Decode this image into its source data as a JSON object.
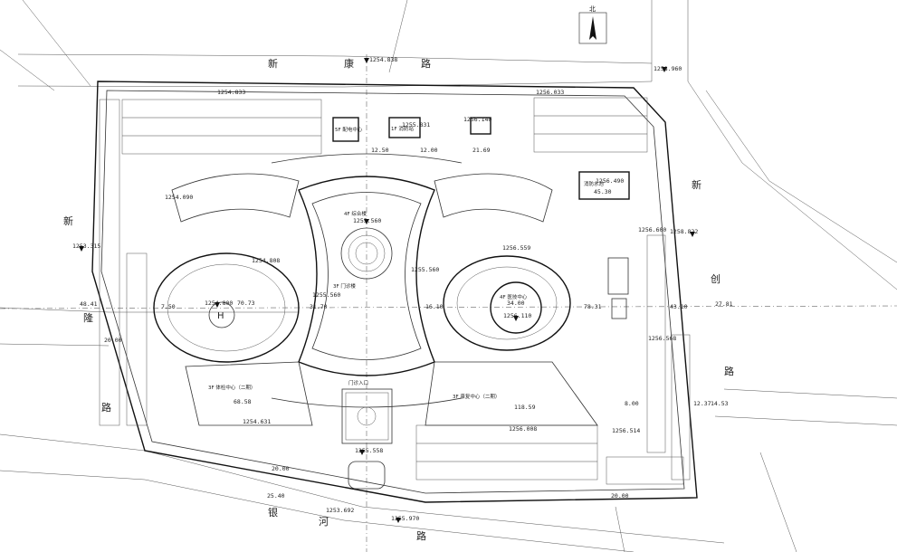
{
  "title": "",
  "north_label": "北",
  "roads": {
    "top": [
      "新",
      "康",
      "路"
    ],
    "left": [
      "新",
      "隆",
      "路"
    ],
    "right": [
      "新",
      "创",
      "路"
    ],
    "bottom": [
      "银",
      "河",
      "路"
    ]
  },
  "elevations": {
    "top_road_center": "1254.838",
    "top_right_corner": "1258.960",
    "left_road": "1253.315",
    "right_road": "1258.822",
    "bottom_road": "1255.970",
    "bottom_left": "1253.692",
    "center_plaza": "1255.560",
    "plaza_upper": "1255.560",
    "plaza_mid": "1255.560",
    "left_oval": "1254.800",
    "right_oval": "1256.110",
    "top_left_lot": "1254.833",
    "top_right_lot": "1256.033",
    "right_building": "1256.490",
    "lower_center": "1255.558",
    "lower_right": "1256.008",
    "left_lower": "1254.631",
    "mid_left": "1254.808",
    "mid_right": "1256.559",
    "left_upper": "1254.090",
    "upper_block": "1255.831",
    "upper_block2": "1256.140",
    "right_mid": "1256.600",
    "right_lower": "1256.568",
    "court": "1256.514"
  },
  "dimensions": {
    "left_width": "48.41",
    "right_width": "27.81",
    "left_oval": "70.73",
    "center_left": "31.70",
    "center_right": "16.10",
    "right_oval": "34.00",
    "right_span": "78.31",
    "right_end": "43.10",
    "left_small": "20.00",
    "left_small2": "7.50",
    "bottom_left": "68.58",
    "bottom_right": "118.59",
    "right_dim1": "8.00",
    "right_dim2": "12.37",
    "right_dim3": "14.53",
    "top_dim1": "12.00",
    "top_dim2": "12.50",
    "top_dim3": "21.69",
    "bldg_size": "45.30",
    "vertical1": "20.00",
    "vertical2": "25.40",
    "vertical3": "20.00"
  },
  "buildings": {
    "left_oval_label": "H",
    "top_left_box": "5F 配电中心",
    "top_mid_box": "1F 消防站",
    "right_box": "消防水池",
    "center_top": "4F 综合楼",
    "center": "3F 门诊楼",
    "right_oval": "4F 医技中心",
    "bottom_left": "3F 体检中心（二期）",
    "bottom_right": "3F 康复中心（二期）",
    "bottom_center": "门诊入口"
  },
  "colors": {
    "line": "#333333",
    "background": "#ffffff"
  }
}
